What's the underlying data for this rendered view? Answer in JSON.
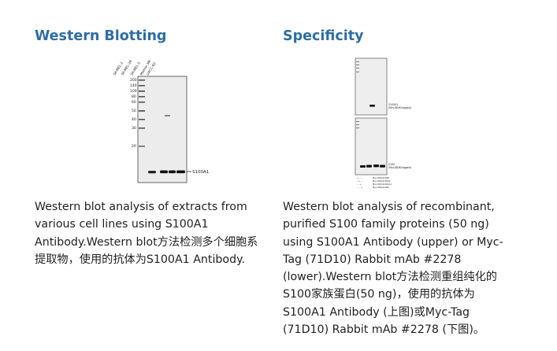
{
  "panels": [
    {
      "title": "Western Blotting",
      "figure": {
        "lane_labels": [
          "SK-MEL-2",
          "SK-MEL-28",
          "SK-MEL-5",
          "Malme-3M",
          "UACC-62"
        ],
        "marker_labels": [
          "200",
          "140",
          "100",
          "80",
          "60",
          "50",
          "40",
          "30",
          "20"
        ],
        "band_label": "S100A1"
      },
      "caption": "Western blot analysis of extracts from various cell lines using S100A1 Antibody.Western blot方法检测多个细胞系提取物，使用的抗体为S100A1 Antibody."
    },
    {
      "title": "Specificity",
      "figure": {
        "upper_band_label": "S100A1\n(Myc/DDK-tagged)",
        "lower_band_label": "S100\n(Myc/DDK-tagged)",
        "lane_legend": [
          "Myc-DDK-S100B",
          "Myc-DDK-S100A1",
          "Myc-DDK-S100A11",
          "Myc-DDK-S100P"
        ]
      },
      "caption": "Western blot analysis of recombinant, purified S100 family proteins (50 ng) using S100A1 Antibody (upper) or Myc-Tag (71D10) Rabbit mAb #2278 (lower).Western blot方法检测重组纯化的S100家族蛋白(50 ng)，使用的抗体为S100A1 Antibody (上图)或Myc-Tag (71D10) Rabbit mAb #2278 (下图)。"
    }
  ]
}
